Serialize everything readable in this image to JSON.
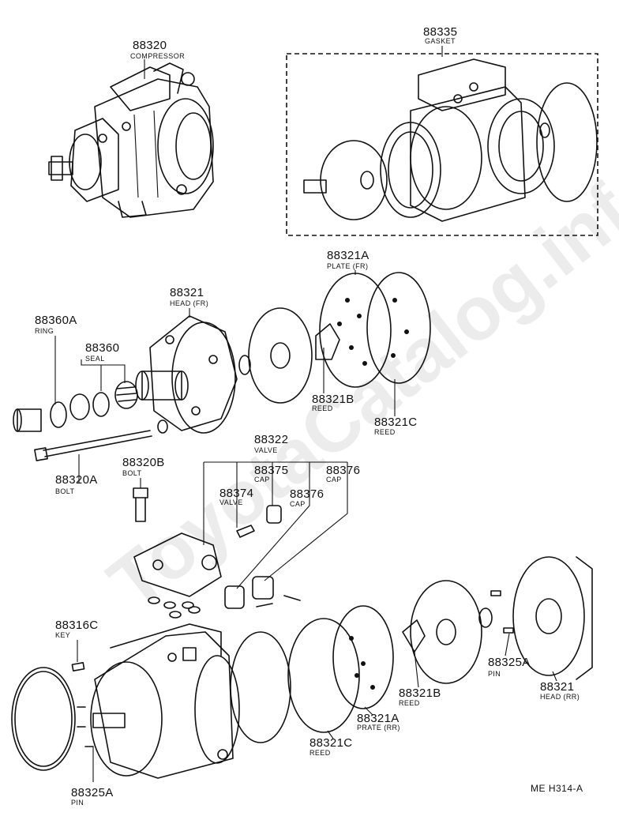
{
  "diagram_code": "ME H314-A",
  "watermark": "ToyotaCatalog.info",
  "parts": [
    {
      "id": "compressor",
      "number": "88320",
      "desc": "COMPRESSOR"
    },
    {
      "id": "gasket",
      "number": "88335",
      "desc": "GASKET"
    },
    {
      "id": "plate_fr",
      "number": "88321A",
      "desc": "PLATE (FR)"
    },
    {
      "id": "head_fr",
      "number": "88321",
      "desc": "HEAD (FR)"
    },
    {
      "id": "ring",
      "number": "88360A",
      "desc": "RING"
    },
    {
      "id": "seal",
      "number": "88360",
      "desc": "SEAL"
    },
    {
      "id": "reed_fr",
      "number": "88321B",
      "desc": "REED"
    },
    {
      "id": "reed_c_fr",
      "number": "88321C",
      "desc": "REED"
    },
    {
      "id": "bolt_a",
      "number": "88320A",
      "desc": "BOLT"
    },
    {
      "id": "valve",
      "number": "88322",
      "desc": "VALVE"
    },
    {
      "id": "bolt_b",
      "number": "88320B",
      "desc": "BOLT"
    },
    {
      "id": "cap_75",
      "number": "88375",
      "desc": "CAP"
    },
    {
      "id": "cap_76a",
      "number": "88376",
      "desc": "CAP"
    },
    {
      "id": "cap_76b",
      "number": "88376",
      "desc": "CAP"
    },
    {
      "id": "valve_74",
      "number": "88374",
      "desc": "VALVE"
    },
    {
      "id": "key",
      "number": "88316C",
      "desc": "KEY"
    },
    {
      "id": "pin_rr",
      "number": "88325A",
      "desc": "PIN"
    },
    {
      "id": "head_rr",
      "number": "88321",
      "desc": "HEAD (RR)"
    },
    {
      "id": "reed_rr",
      "number": "88321B",
      "desc": "REED"
    },
    {
      "id": "plate_rr",
      "number": "88321A",
      "desc": "PRATE (RR)"
    },
    {
      "id": "reed_c_rr",
      "number": "88321C",
      "desc": "REED"
    },
    {
      "id": "pin_bottom",
      "number": "88325A",
      "desc": "PIN"
    }
  ]
}
